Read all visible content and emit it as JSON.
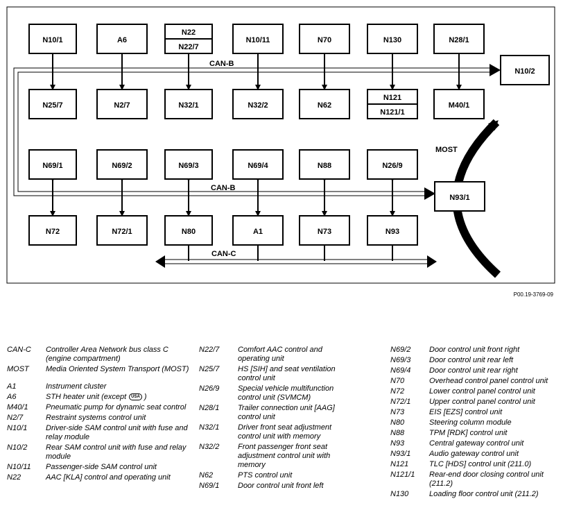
{
  "figure_ref": "P00.19-3769-09",
  "buses": {
    "can_b_label": "CAN-B",
    "can_c_label": "CAN-C",
    "most_label": "MOST"
  },
  "nodes": {
    "n10_1": "N10/1",
    "a6": "A6",
    "n22": "N22",
    "n22_7": "N22/7",
    "n10_11": "N10/11",
    "n70": "N70",
    "n130": "N130",
    "n28_1": "N28/1",
    "n10_2": "N10/2",
    "n25_7": "N25/7",
    "n2_7": "N2/7",
    "n32_1": "N32/1",
    "n32_2": "N32/2",
    "n62": "N62",
    "n121": "N121",
    "n121_1": "N121/1",
    "m40_1": "M40/1",
    "n69_1": "N69/1",
    "n69_2": "N69/2",
    "n69_3": "N69/3",
    "n69_4": "N69/4",
    "n88": "N88",
    "n26_9": "N26/9",
    "n93_1": "N93/1",
    "n72": "N72",
    "n72_1": "N72/1",
    "n80": "N80",
    "a1": "A1",
    "n73": "N73",
    "n93": "N93"
  },
  "legend": {
    "col1": [
      {
        "code": "CAN-C",
        "desc": "Controller Area Network bus class C (engine compartment)"
      },
      {
        "code": "MOST",
        "desc": "Media Oriented System Transport (MOST)"
      },
      {
        "code": "A1",
        "desc": "Instrument cluster"
      },
      {
        "code": "A6",
        "desc": "STH heater unit (except",
        "badge": "USA",
        "after": ")"
      },
      {
        "code": "M40/1",
        "desc": "Pneumatic pump for dynamic seat control"
      },
      {
        "code": "N2/7",
        "desc": "Restraint systems control unit"
      },
      {
        "code": "N10/1",
        "desc": "Driver-side SAM control unit with fuse and relay module"
      },
      {
        "code": "N10/2",
        "desc": "Rear SAM control unit with fuse and relay module"
      },
      {
        "code": "N10/11",
        "desc": "Passenger-side SAM control unit"
      },
      {
        "code": "N22",
        "desc": "AAC [KLA] control and operating unit"
      }
    ],
    "col2": [
      {
        "code": "N22/7",
        "desc": "Comfort AAC control and operating unit"
      },
      {
        "code": "N25/7",
        "desc": "HS [SIH] and seat ventilation control unit"
      },
      {
        "code": "N26/9",
        "desc": "Special vehicle multifunction control unit (SVMCM)"
      },
      {
        "code": "N28/1",
        "desc": "Trailer connection unit [AAG] control unit"
      },
      {
        "code": "N32/1",
        "desc": "Driver front seat adjustment control unit with memory"
      },
      {
        "code": "N32/2",
        "desc": "Front passenger front seat adjustment control unit with memory"
      },
      {
        "code": "N62",
        "desc": "PTS control unit"
      },
      {
        "code": "N69/1",
        "desc": "Door control unit front left"
      }
    ],
    "col3": [
      {
        "code": "N69/2",
        "desc": "Door control unit front right"
      },
      {
        "code": "N69/3",
        "desc": "Door control unit rear left"
      },
      {
        "code": "N69/4",
        "desc": "Door control unit rear right"
      },
      {
        "code": "N70",
        "desc": "Overhead control panel control unit"
      },
      {
        "code": "N72",
        "desc": "Lower control panel control unit"
      },
      {
        "code": "N72/1",
        "desc": "Upper control panel control unit"
      },
      {
        "code": "N73",
        "desc": "EIS [EZS] control unit"
      },
      {
        "code": "N80",
        "desc": "Steering column module"
      },
      {
        "code": "N88",
        "desc": "TPM [RDK] control unit"
      },
      {
        "code": "N93",
        "desc": "Central gateway control unit"
      },
      {
        "code": "N93/1",
        "desc": "Audio gateway control unit"
      },
      {
        "code": "N121",
        "desc": "TLC [HDS] control unit (211.0)"
      },
      {
        "code": "N121/1",
        "desc": "Rear-end door closing control unit (211.2)"
      },
      {
        "code": "N130",
        "desc": "Loading floor control unit (211.2)"
      }
    ]
  }
}
